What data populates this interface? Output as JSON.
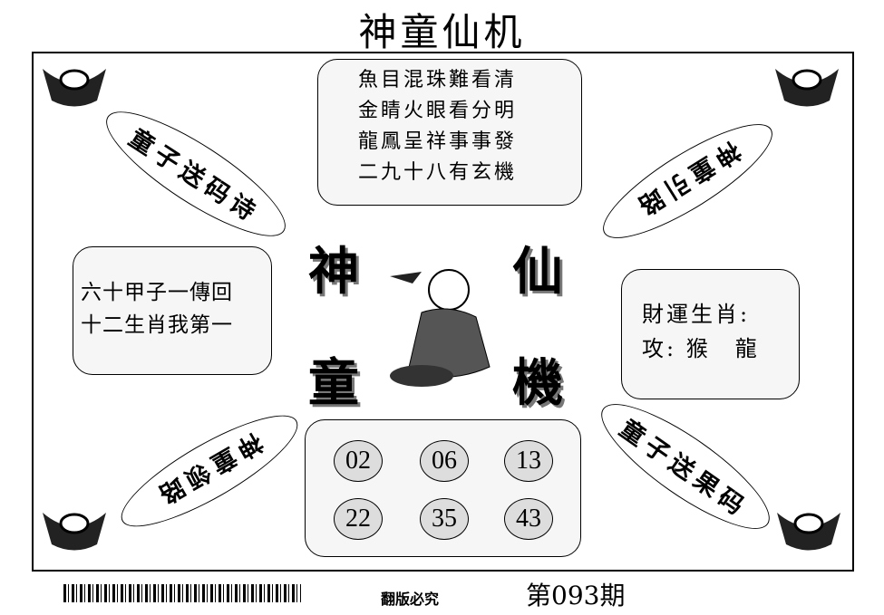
{
  "title": "神童仙机",
  "poem": [
    "魚目混珠難看清",
    "金睛火眼看分明",
    "龍鳳呈祥事事發",
    "二九十八有玄機"
  ],
  "left_verse": [
    "六十甲子一傳回",
    "十二生肖我第一"
  ],
  "zodiac": {
    "label": "財運生肖:",
    "value": "攻: 猴　龍"
  },
  "ellipses": {
    "top_left": "童子送码诗",
    "top_right": "神童引路",
    "bottom_left": "神童领路",
    "bottom_right": "童子送果码"
  },
  "center_chars": [
    "神",
    "仙",
    "童",
    "機"
  ],
  "numbers": [
    "02",
    "06",
    "13",
    "22",
    "35",
    "43"
  ],
  "footer": {
    "notice": "翻版必究",
    "issue": "第093期"
  }
}
